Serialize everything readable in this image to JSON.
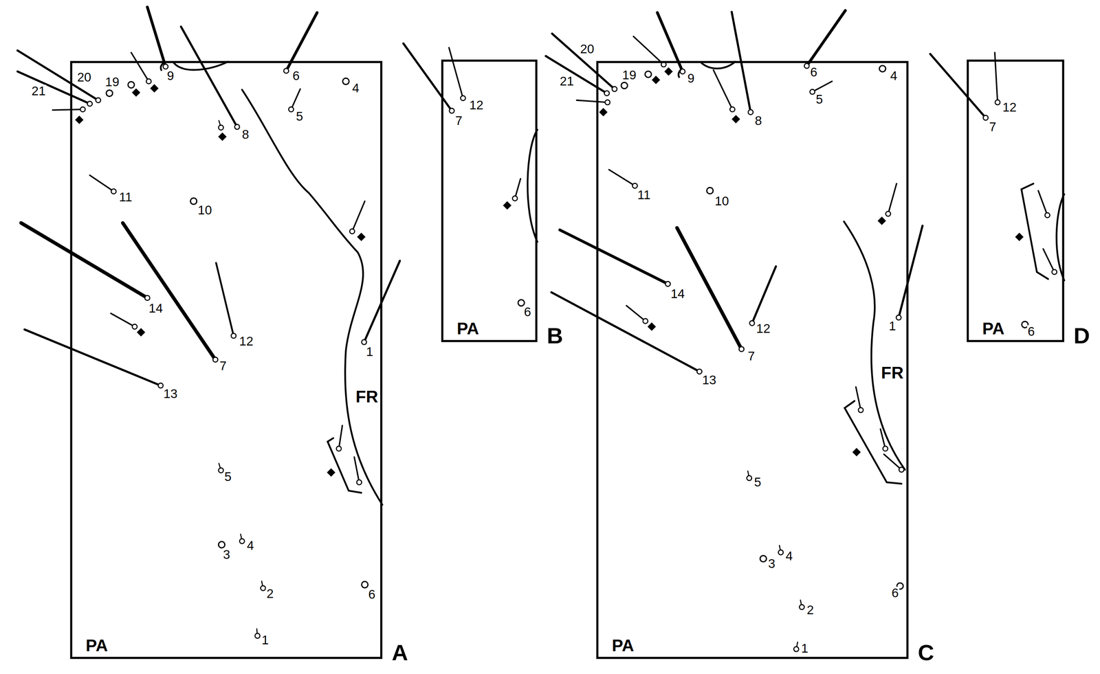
{
  "diagram": {
    "nodes": [
      {
        "text": [
          "PA",
          "A"
        ]
      },
      {
        "text": [
          "PA",
          "B"
        ]
      },
      {
        "text": [
          "PA",
          "C"
        ]
      },
      {
        "text": [
          "PA",
          "D"
        ]
      }
    ],
    "labels": [
      "20",
      "19",
      "21",
      "9",
      "6",
      "4",
      "5",
      "8",
      "11",
      "10",
      "14",
      "12",
      "1",
      "7",
      "FR",
      "13",
      "5",
      "4",
      "3",
      "2",
      "6",
      "1",
      "12",
      "7",
      "6",
      "20",
      "19",
      "21",
      "9",
      "6",
      "4",
      "5",
      "8",
      "11",
      "10",
      "14",
      "1",
      "12",
      "7",
      "FR",
      "13",
      "5",
      "4",
      "3",
      "2",
      "6",
      "1",
      "12",
      "7",
      "6"
    ]
  }
}
